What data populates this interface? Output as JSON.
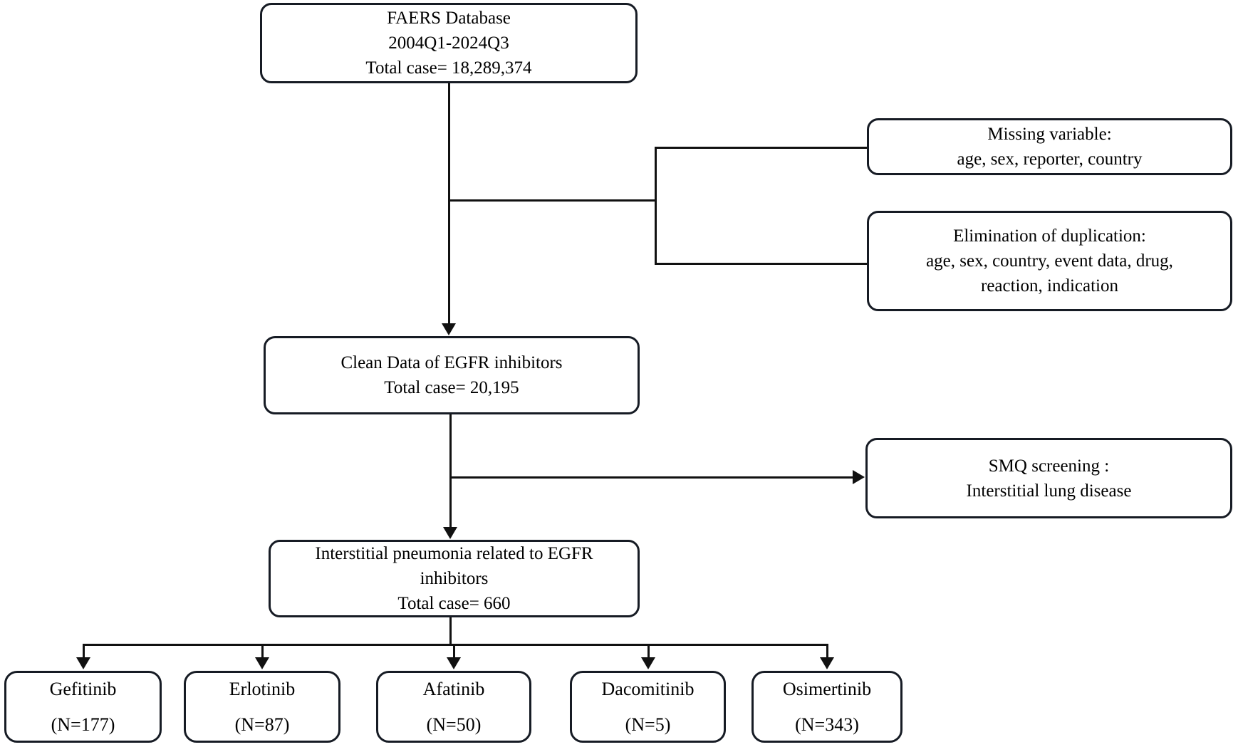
{
  "flowchart": {
    "boxes": {
      "faers": {
        "lines": [
          "FAERS Database",
          "2004Q1-2024Q3",
          "Total case= 18,289,374"
        ]
      },
      "missing_variable": {
        "lines": [
          "Missing variable:",
          "age, sex, reporter, country"
        ]
      },
      "elimination_of_duplication": {
        "lines": [
          "Elimination of duplication:",
          "age, sex, country, event data, drug,",
          "reaction, indication"
        ]
      },
      "clean_data": {
        "lines": [
          "Clean Data of EGFR inhibitors",
          "Total case= 20,195"
        ]
      },
      "smq_screening": {
        "lines": [
          "SMQ screening :",
          "Interstitial lung disease"
        ]
      },
      "interstitial_pneumonia": {
        "lines": [
          "Interstitial pneumonia related to EGFR",
          "inhibitors",
          "Total case= 660"
        ]
      },
      "drugs": [
        {
          "name": "Gefitinib",
          "count": "(N=177)"
        },
        {
          "name": "Erlotinib",
          "count": "(N=87)"
        },
        {
          "name": "Afatinib",
          "count": "(N=50)"
        },
        {
          "name": "Dacomitinib",
          "count": "(N=5)"
        },
        {
          "name": "Osimertinib",
          "count": "(N=343)"
        }
      ]
    },
    "colors": {
      "border": "#161b24",
      "line": "#111111",
      "text": "#000000",
      "background": "#ffffff"
    }
  }
}
